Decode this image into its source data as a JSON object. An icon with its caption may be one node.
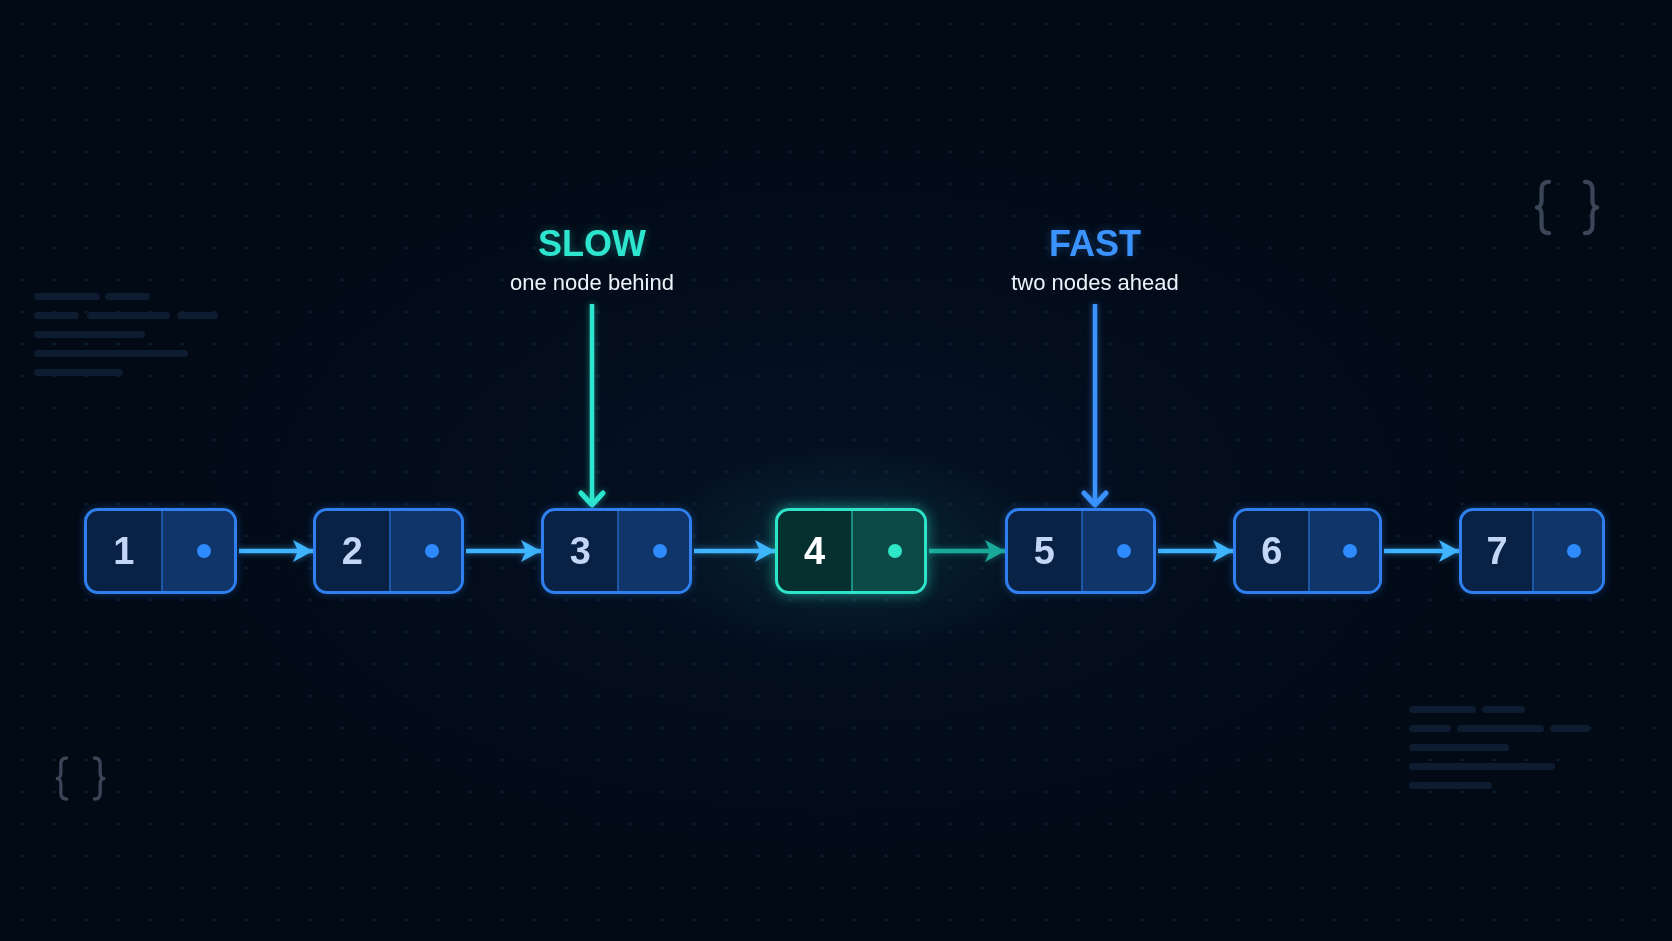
{
  "diagram": {
    "nodes": [
      {
        "text": [
          "SLOW",
          "one node behind"
        ]
      },
      {
        "text": [
          "FAST",
          "two nodes ahead"
        ]
      },
      {
        "text": [
          "1"
        ]
      },
      {
        "text": [
          "2"
        ]
      },
      {
        "text": [
          "3"
        ]
      },
      {
        "text": [
          "4"
        ]
      },
      {
        "text": [
          "5"
        ]
      },
      {
        "text": [
          "6"
        ]
      },
      {
        "text": [
          "7"
        ]
      }
    ],
    "edges": [
      {
        "from": 2,
        "to": 3,
        "arrow": "to"
      },
      {
        "from": 3,
        "to": 4,
        "arrow": "to"
      },
      {
        "from": 4,
        "to": 5,
        "arrow": "to"
      },
      {
        "from": 5,
        "to": 6,
        "arrow": "to",
        "color": "#1aa899"
      },
      {
        "from": 6,
        "to": 7,
        "arrow": "to"
      },
      {
        "from": 7,
        "to": 8,
        "arrow": "to"
      },
      {
        "from": 0,
        "to": 4,
        "arrow": "to",
        "color": "#2ee6cf"
      },
      {
        "from": 1,
        "to": 6,
        "arrow": "to",
        "color": "#3b93ff"
      }
    ]
  }
}
